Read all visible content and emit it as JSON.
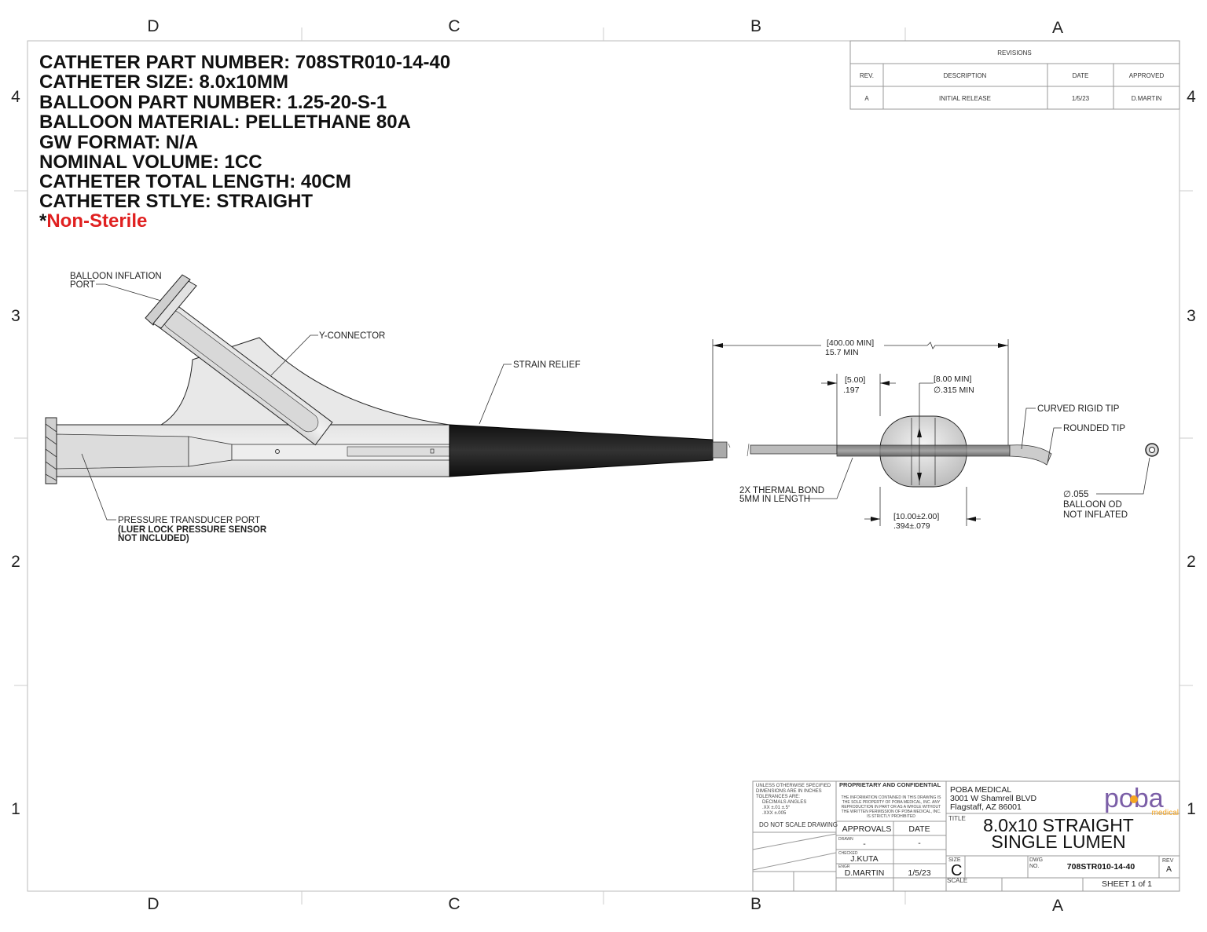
{
  "zones": {
    "columns": [
      "D",
      "C",
      "B",
      "A"
    ],
    "rows": [
      "4",
      "3",
      "2",
      "1"
    ]
  },
  "specs": [
    "CATHETER PART NUMBER: 708STR010-14-40",
    "CATHETER SIZE: 8.0x10MM",
    "BALLOON PART NUMBER: 1.25-20-S-1",
    "BALLOON MATERIAL: PELLETHANE 80A",
    "GW FORMAT: N/A",
    "NOMINAL VOLUME: 1CC",
    "CATHETER TOTAL LENGTH: 40CM",
    "CATHETER STLYE: STRAIGHT"
  ],
  "sterility": {
    "asterisk": "*",
    "label": "Non-Sterile",
    "color": "#e02020"
  },
  "revisions": {
    "title": "REVISIONS",
    "headers": [
      "REV.",
      "DESCRIPTION",
      "DATE",
      "APPROVED"
    ],
    "rows": [
      [
        "A",
        "INITIAL RELEASE",
        "1/5/23",
        "D.MARTIN"
      ]
    ]
  },
  "callouts": {
    "balloon_port": [
      "BALLOON INFLATION",
      "PORT"
    ],
    "y_connector": "Y-CONNECTOR",
    "strain_relief": "STRAIN RELIEF",
    "pressure_port": [
      "PRESSURE TRANSDUCER PORT",
      "(LUER LOCK PRESSURE SENSOR",
      "NOT INCLUDED)"
    ],
    "thermal_bond": [
      "2X THERMAL BOND",
      "5MM IN LENGTH"
    ],
    "curved_tip": "CURVED RIGID TIP",
    "rounded_tip": "ROUNDED TIP",
    "balloon_od": [
      "∅.055",
      "BALLOON OD",
      "NOT INFLATED"
    ]
  },
  "dimensions": {
    "length": [
      "[400.00 MIN]",
      "15.7 MIN"
    ],
    "bond": [
      "[5.00]",
      ".197"
    ],
    "diameter": [
      "[8.00 MIN]",
      "∅.315 MIN"
    ],
    "balloon_length": [
      "[10.00±2.00]",
      ".394±.079"
    ]
  },
  "title_block": {
    "tolerances": [
      "UNLESS OTHERWISE SPECIFIED",
      "DIMENSIONS ARE IN INCHES",
      "TOLERANCES ARE:",
      "DECIMALS  ANGLES",
      ".XX ±.01    ±.5°",
      ".XXX ±.005"
    ],
    "do_not_scale": "DO NOT SCALE DRAWING",
    "proprietary_title": "PROPRIETARY AND CONFIDENTIAL",
    "proprietary_text": [
      "THE INFORMATION CONTAINED IN THIS DRAWING IS",
      "THE SOLE PROPERTY OF POBA MEDICAL, INC. ANY",
      "REPRODUCTION IN PART OR AS A WHOLE WITHOUT",
      "THE WRITTEN PERMISSION OF POBA MEDICAL, INC.",
      "IS STRICTLY PROHIBITED"
    ],
    "approvals": "APPROVALS",
    "date": "DATE",
    "drawn_label": "DRAWN",
    "drawn": "-",
    "drawn_date": "-",
    "checked_label": "CHECKED",
    "checked": "J.KUTA",
    "engr_label": "ENGR",
    "engr": "D.MARTIN",
    "engr_date": "1/5/23",
    "company": [
      "POBA MEDICAL",
      "3001 W Shamrell BLVD",
      "Flagstaff, AZ 86001"
    ],
    "logo": {
      "main": "poba",
      "sub": "medical",
      "color": "#7b5ea7",
      "accent": "#f5a623"
    },
    "title_label": "TITLE",
    "title": [
      "8.0x10 STRAIGHT",
      "SINGLE LUMEN"
    ],
    "size_label": "SIZE",
    "size": "C",
    "dwg_label": [
      "DWG",
      "NO."
    ],
    "dwg_no": "708STR010-14-40",
    "rev_label": "REV",
    "rev": "A",
    "scale_label": "SCALE",
    "sheet": "SHEET 1 of 1"
  }
}
